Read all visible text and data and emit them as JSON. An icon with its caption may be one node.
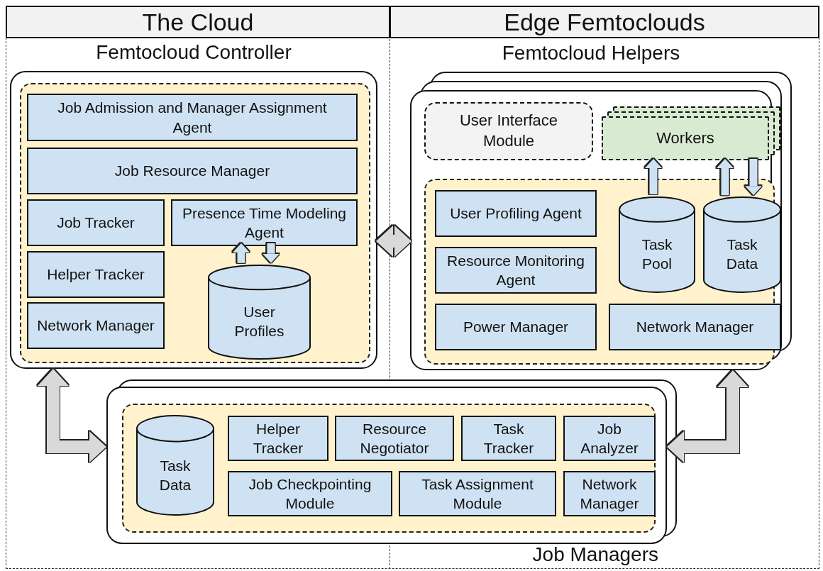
{
  "diagram": {
    "nodes": [
      {
        "text": [
          "The Cloud"
        ]
      },
      {
        "text": [
          "Edge Femtoclouds"
        ]
      },
      {
        "text": [
          "Femtocloud Controller"
        ]
      },
      {
        "text": [],
        "shape": "box",
        "in": 2
      },
      {
        "text": [
          "Job Admission and Manager Assignment Agent"
        ],
        "in": 3
      },
      {
        "text": [
          "Job Resource Manager"
        ],
        "in": 3
      },
      {
        "text": [
          "Job Tracker"
        ],
        "in": 3
      },
      {
        "text": [
          "Presence Time Modeling Agent"
        ],
        "in": 3
      },
      {
        "text": [
          "Helper Tracker"
        ],
        "in": 3
      },
      {
        "text": [
          "Network Manager"
        ],
        "in": 3
      },
      {
        "text": [
          "User Profiles"
        ],
        "in": 3
      },
      {
        "text": [
          "Femtocloud Helpers"
        ]
      },
      {
        "text": [
          "User Interface Module"
        ],
        "in": 11
      },
      {
        "text": [
          "Workers"
        ],
        "in": 11
      },
      {
        "text": [],
        "shape": "box",
        "in": 11
      },
      {
        "text": [
          "User Profiling Agent"
        ],
        "in": 14
      },
      {
        "text": [
          "Task Pool"
        ],
        "in": 14
      },
      {
        "text": [
          "Task Data"
        ],
        "in": 14
      },
      {
        "text": [
          "Resource Monitoring Agent"
        ],
        "in": 14
      },
      {
        "text": [
          "Power Manager"
        ],
        "in": 14
      },
      {
        "text": [
          "Network Manager"
        ],
        "in": 14
      },
      {
        "text": [
          "Job Managers"
        ]
      },
      {
        "text": [],
        "shape": "box",
        "in": 21
      },
      {
        "text": [
          "Task Data"
        ],
        "in": 22
      },
      {
        "text": [
          "Helper Tracker"
        ],
        "in": 22
      },
      {
        "text": [
          "Resource Negotiator"
        ],
        "in": 22
      },
      {
        "text": [
          "Task Tracker"
        ],
        "in": 22
      },
      {
        "text": [
          "Job Analyzer"
        ],
        "in": 22
      },
      {
        "text": [
          "Job Checkpointing Module"
        ],
        "in": 22
      },
      {
        "text": [
          "Task Assignment Module"
        ],
        "in": 22
      },
      {
        "text": [
          "Network Manager"
        ],
        "in": 22
      }
    ],
    "edges": [
      {
        "from": 10,
        "to": 7,
        "arrow": "to"
      },
      {
        "from": 7,
        "to": 10,
        "arrow": "to"
      },
      {
        "from": 16,
        "to": 13,
        "arrow": "to"
      },
      {
        "from": 17,
        "to": 13,
        "arrow": "to"
      },
      {
        "from": 13,
        "to": 17,
        "arrow": "to"
      },
      {
        "from": 2,
        "to": 11,
        "arrow": "both",
        "color": "#d9d9d9"
      },
      {
        "from": 2,
        "to": 21,
        "arrow": "both",
        "color": "#d9d9d9"
      },
      {
        "from": 11,
        "to": 21,
        "arrow": "both",
        "color": "#d9d9d9"
      }
    ]
  }
}
